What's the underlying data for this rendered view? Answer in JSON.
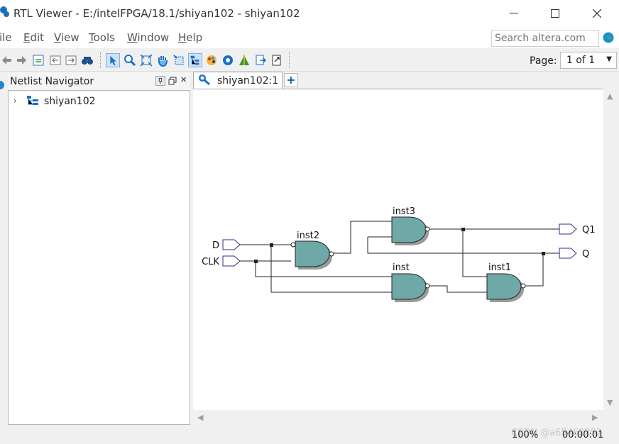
{
  "window": {
    "title": "RTL Viewer - E:/intelFPGA/18.1/shiyan102 - shiyan102"
  },
  "menu": {
    "items": [
      {
        "label": "ile",
        "key": ""
      },
      {
        "label": "dit",
        "key": "E"
      },
      {
        "label": "iew",
        "key": "V"
      },
      {
        "label": "ools",
        "key": "T"
      },
      {
        "label": "indow",
        "key": "W"
      },
      {
        "label": "elp",
        "key": "H"
      }
    ],
    "search_placeholder": "Search altera.com"
  },
  "toolbar": {
    "page_label": "Page:",
    "page_value": "1 of 1",
    "icons": [
      "back-icon",
      "forward-icon",
      "refresh-icon",
      "collapse-icon",
      "expand-icon",
      "binoculars-icon",
      "select-icon",
      "zoom-icon",
      "fit-icon",
      "hand-icon",
      "region-icon",
      "hierarchy-icon",
      "color-icon",
      "settings-icon",
      "filter-icon",
      "export-icon",
      "print-icon"
    ]
  },
  "navigator": {
    "title": "Netlist Navigator",
    "tree": [
      {
        "label": "shiyan102"
      }
    ]
  },
  "tab": {
    "label": "shiyan102:1",
    "add": "+"
  },
  "schematic": {
    "inputs": [
      "D",
      "CLK"
    ],
    "outputs": [
      "Q1",
      "Q"
    ],
    "gates": [
      "inst2",
      "inst3",
      "inst",
      "inst1"
    ],
    "colors": {
      "gate_fill": "#6fa9a7",
      "gate_shadow": "#9a9a9a",
      "wire": "#222222",
      "port_stroke": "#2c2c8c"
    }
  },
  "status": {
    "zoom": "100%",
    "time": "00:00:01",
    "watermark": "CSDN @a65462252"
  }
}
